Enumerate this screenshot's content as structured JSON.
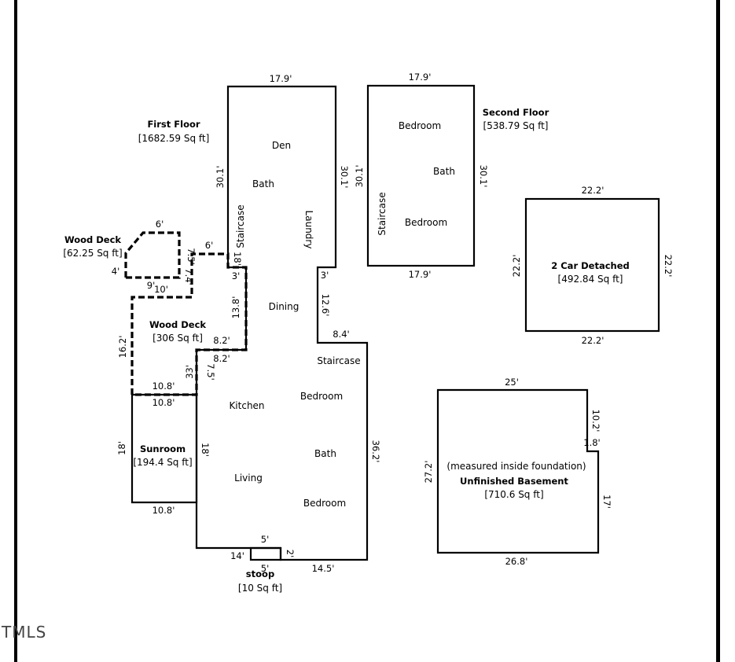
{
  "floors": {
    "first": {
      "title": "First Floor",
      "area": "[1682.59 Sq ft]"
    },
    "second": {
      "title": "Second Floor",
      "area": "[538.79 Sq ft]"
    },
    "garage": {
      "title": "2 Car Detached",
      "area": "[492.84 Sq ft]"
    },
    "basement": {
      "title": "Unfinished Basement",
      "area": "[710.6 Sq ft]",
      "note": "(measured inside foundation)"
    },
    "deck_small": {
      "title": "Wood Deck",
      "area": "[62.25 Sq ft]"
    },
    "deck_large": {
      "title": "Wood Deck",
      "area": "[306 Sq ft]"
    },
    "sunroom": {
      "title": "Sunroom",
      "area": "[194.4 Sq ft]"
    },
    "stoop": {
      "title": "stoop",
      "area": "[10 Sq ft]"
    }
  },
  "rooms": {
    "den": "Den",
    "bath1": "Bath",
    "staircase1": "Staircase",
    "laundry": "Laundry",
    "dining": "Dining",
    "staircase2": "Staircase",
    "kitchen": "Kitchen",
    "bedroom1": "Bedroom",
    "bath2": "Bath",
    "living": "Living",
    "bedroom2": "Bedroom",
    "bedroom3": "Bedroom",
    "bath3": "Bath",
    "bedroom4": "Bedroom",
    "staircase3": "Staircase"
  },
  "dims": {
    "ff_top": "17.9'",
    "ff_left": "30.1'",
    "ff_right": "30.1'",
    "ff_3a": "3'",
    "ff_126": "12.6'",
    "ff_84": "8.4'",
    "ff_362": "36.2'",
    "ff_145": "14.5'",
    "ff_2": "2'",
    "ff_14": "14'",
    "ff_stoop_top": "5'",
    "ff_stoop_bot": "5'",
    "ff_18r": "18'",
    "ff_3b": "3'",
    "ff_138": "13.8'",
    "ff_82a": "8.2'",
    "ff_82b": "8.2'",
    "ff_75a": "7.5'",
    "ff_33": "33'",
    "ff_75b": "7.5'",
    "ff_6b": "6'",
    "ff_18c": "18'",
    "sf_top": "17.9'",
    "sf_left": "30.1'",
    "sf_right": "30.1'",
    "sf_bottom": "17.9'",
    "g_top": "22.2'",
    "g_left": "22.2'",
    "g_right": "22.2'",
    "g_bottom": "22.2'",
    "b_top": "25'",
    "b_102": "10.2'",
    "b_18": "1.8'",
    "b_17": "17'",
    "b_bottom": "26.8'",
    "b_left": "27.2'",
    "ds_top": "6'",
    "ds_left": "4'",
    "ds_9": "9'",
    "ds_10": "10'",
    "ds_74": "7.4'",
    "dl_left": "16.2'",
    "dl_108": "10.8'",
    "sr_top": "10.8'",
    "sr_left": "18'",
    "sr_bottom": "10.8'"
  },
  "watermark": "TMLS"
}
